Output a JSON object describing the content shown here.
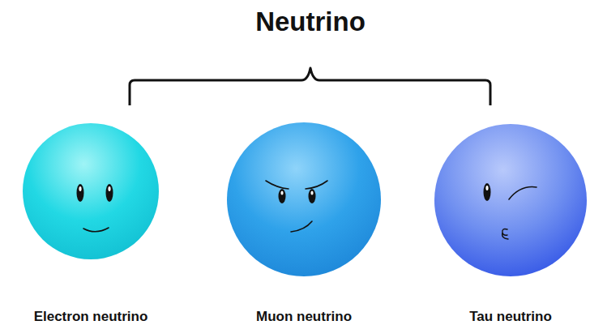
{
  "diagram": {
    "title": "Neutrino",
    "nodes": [
      {
        "text": [
          "Electron neutrino"
        ]
      },
      {
        "text": [
          "Muon neutrino"
        ]
      },
      {
        "text": [
          "Tau neutrino"
        ]
      }
    ]
  }
}
